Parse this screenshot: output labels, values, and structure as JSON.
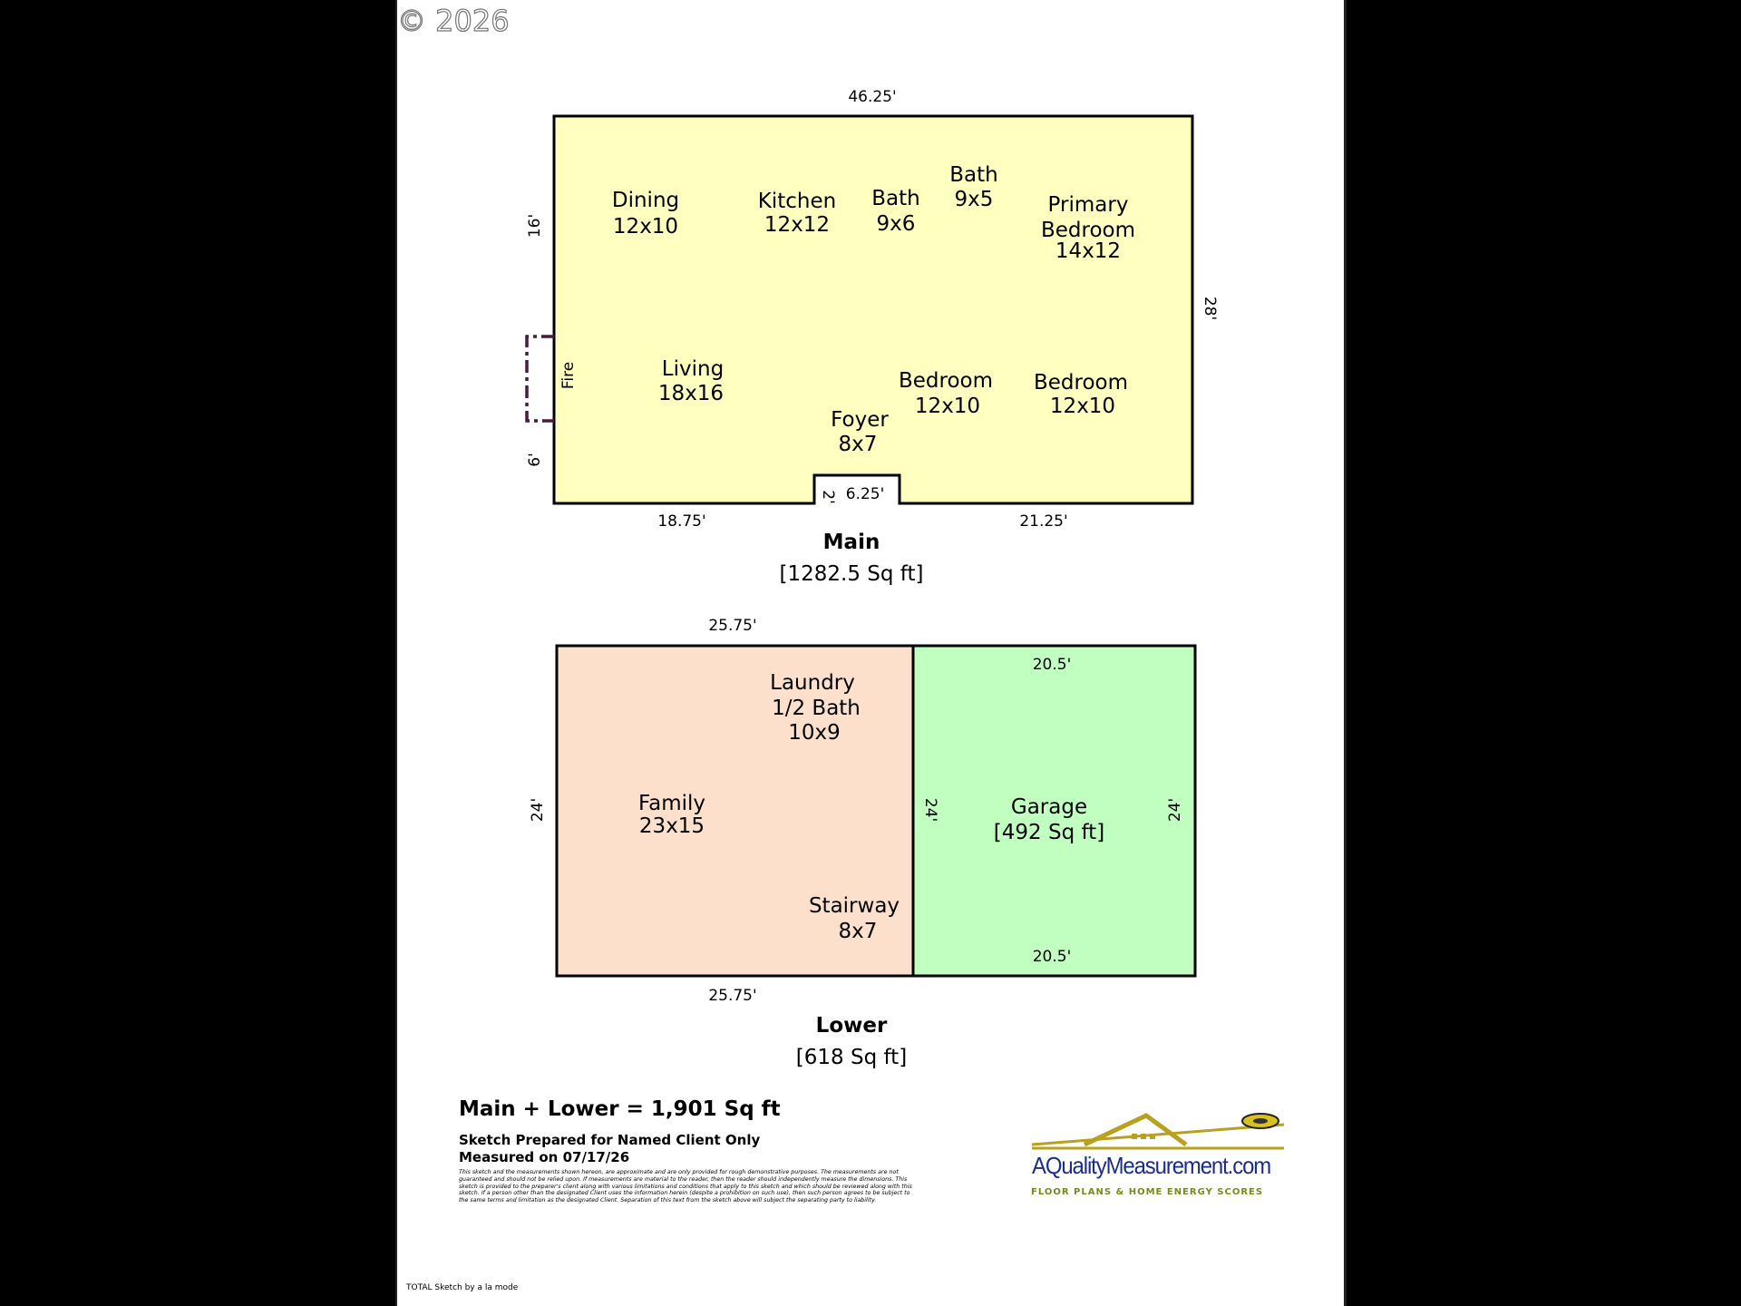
{
  "copyright": "© 2026",
  "main": {
    "dims": {
      "top": "46.25'",
      "left_upper": "16'",
      "left_lower": "6'",
      "right": "28'",
      "bottom_left": "18.75'",
      "bottom_right": "21.25'",
      "notch_width": "6.25'",
      "notch_depth": "2'"
    },
    "fireplace_label": "Fire",
    "rooms": [
      {
        "name": "Dining",
        "size": "12x10"
      },
      {
        "name": "Kitchen",
        "size": "12x12"
      },
      {
        "name": "Bath",
        "size": "9x6"
      },
      {
        "name": "Bath",
        "size": "9x5"
      },
      {
        "name": "Primary Bedroom",
        "size": "14x12"
      },
      {
        "name": "Living",
        "size": "18x16"
      },
      {
        "name": "Bedroom",
        "size": "12x10"
      },
      {
        "name": "Bedroom",
        "size": "12x10"
      },
      {
        "name": "Foyer",
        "size": "8x7"
      }
    ],
    "title": "Main",
    "area": "[1282.5 Sq ft]"
  },
  "lower": {
    "dims": {
      "top": "25.75'",
      "bottom": "25.75'",
      "left": "24'",
      "garage_top": "20.5'",
      "garage_bottom": "20.5'",
      "garage_left": "24'",
      "garage_right": "24'"
    },
    "rooms": [
      {
        "name": "Laundry",
        "name2": "1/2 Bath",
        "size": "10x9"
      },
      {
        "name": "Family",
        "size": "23x15"
      },
      {
        "name": "Stairway",
        "size": "8x7"
      },
      {
        "name": "Garage",
        "size": "[492 Sq ft]"
      }
    ],
    "title": "Lower",
    "area": "[618 Sq ft]"
  },
  "summary": {
    "total": "Main + Lower = 1,901 Sq ft",
    "prepared": "Sketch Prepared for Named Client Only",
    "measured": "Measured on 07/17/26",
    "disclaimer": "This sketch and the measurements shown hereon, are approximate and are only provided for rough demonstrative purposes. The measurements are not guaranteed and should not be relied upon. If measurements are material to the reader, then the reader should independently measure the dimensions. This sketch is provided to the preparer's client along with various limitations and conditions that apply to this sketch and which should be reviewed along with this sketch. If a person other than the designated Client uses the information herein (despite a prohibition on such use), then such person agrees to be subject to the same terms and limitation as the designated Client. Separation of this text from the sketch above will subject the separating party to liability."
  },
  "logo": {
    "name": "AQualityMeasurement.com",
    "tagline": "FLOOR PLANS & HOME ENERGY SCORES"
  },
  "footer": "TOTAL Sketch by a la mode",
  "colors": {
    "main_fill": "#ffffc0",
    "lower_fill": "#fde0cc",
    "garage_fill": "#c0ffc0",
    "outline": "#000000",
    "fireplace": "#4a1a40"
  }
}
